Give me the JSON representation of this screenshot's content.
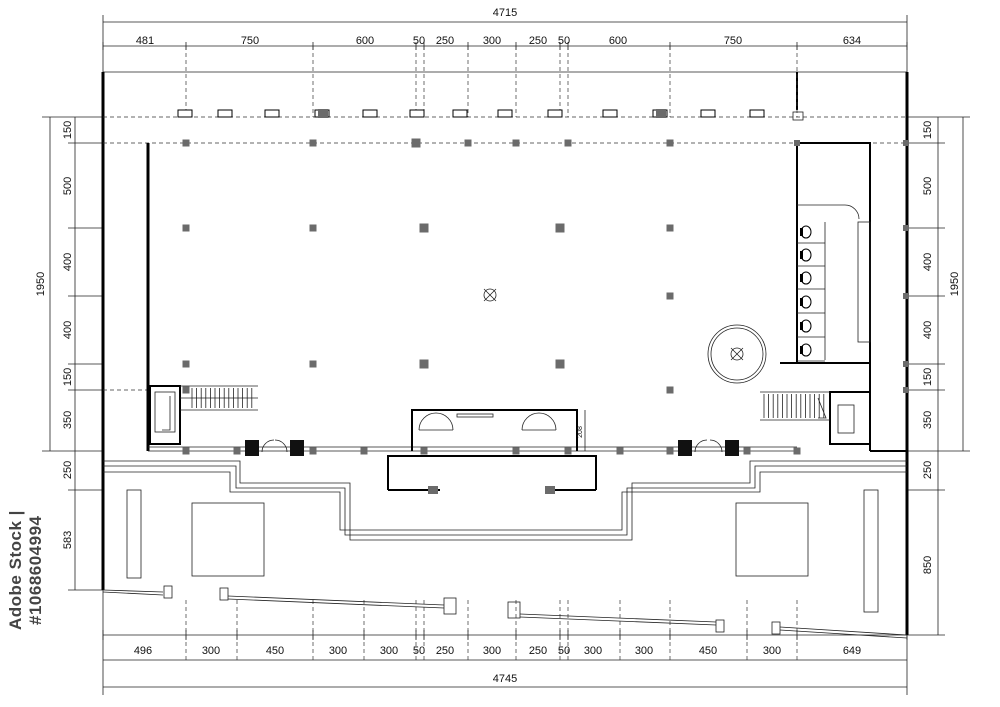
{
  "overall": {
    "top_total": "4715",
    "bottom_total": "4745",
    "left_total": "1950",
    "right_total": "1950"
  },
  "top_dims": [
    "481",
    "750",
    "600",
    "50",
    "250",
    "300",
    "250",
    "50",
    "600",
    "750",
    "634"
  ],
  "bottom_dims": [
    "496",
    "300",
    "450",
    "300",
    "300",
    "50",
    "250",
    "300",
    "250",
    "50",
    "300",
    "300",
    "450",
    "300",
    "649"
  ],
  "left_dims": [
    "150",
    "500",
    "400",
    "400",
    "150",
    "350",
    "250",
    "583"
  ],
  "right_dims": [
    "150",
    "500",
    "400",
    "400",
    "150",
    "350",
    "250",
    "850"
  ],
  "door_dim": "208",
  "stamp_text": "Adobe Stock | #1068604994",
  "colors": {
    "line": "#000000",
    "column": "#6b6b6b",
    "background": "#ffffff"
  }
}
